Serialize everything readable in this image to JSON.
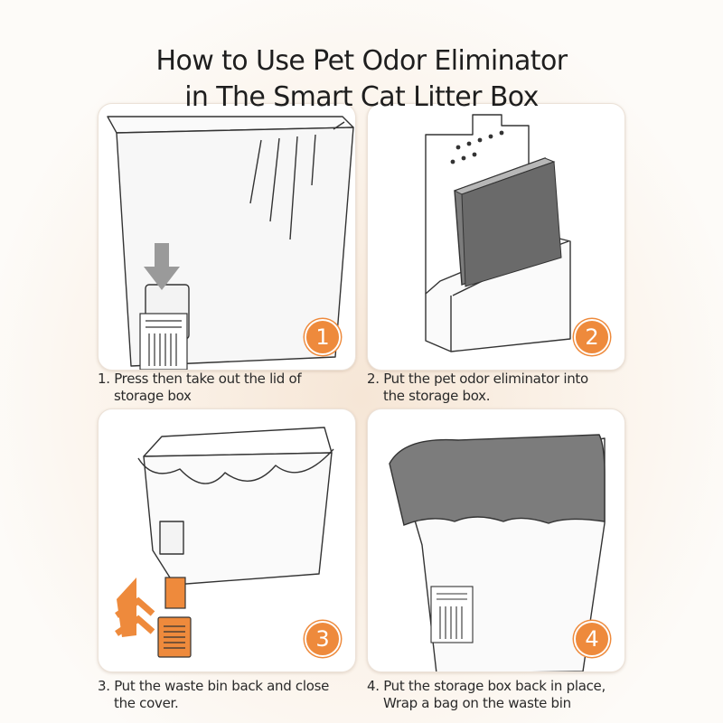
{
  "title": {
    "line1": "How to Use Pet Odor Eliminator",
    "line2": "in The Smart Cat Litter Box"
  },
  "steps": [
    {
      "badge": "1",
      "number": "1.",
      "line1": "Press then take out the lid of",
      "line2": "storage box"
    },
    {
      "badge": "2",
      "number": "2.",
      "line1": "Put the pet odor eliminator into",
      "line2": "the storage box."
    },
    {
      "badge": "3",
      "number": "3.",
      "line1": "Put the waste bin back and close",
      "line2": "the cover."
    },
    {
      "badge": "4",
      "number": "4.",
      "line1": "Put the storage box back in place,",
      "line2": "Wrap a bag on the waste bin"
    }
  ],
  "colors": {
    "accent": "#ee8a3c",
    "panel_bg": "#ffffff",
    "page_bg": "#fdfbf8",
    "gray_fill": "#7c7c7c"
  }
}
